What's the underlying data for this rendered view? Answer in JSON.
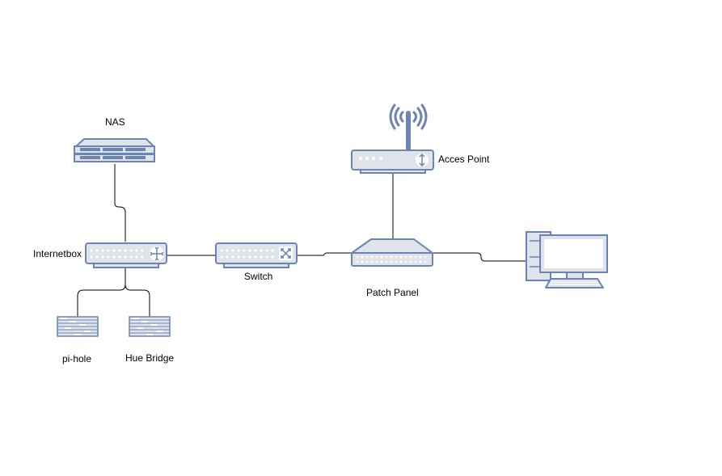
{
  "nodes": {
    "nas": {
      "label": "NAS",
      "icon": "nas-icon"
    },
    "internetbox": {
      "label": "Internetbox",
      "icon": "router-icon"
    },
    "switch": {
      "label": "Switch",
      "icon": "switch-icon"
    },
    "access_point": {
      "label": "Acces Point",
      "icon": "wireless-access-point-icon"
    },
    "patch_panel": {
      "label": "Patch Panel",
      "icon": "patch-panel-icon"
    },
    "pi_hole": {
      "label": "pi-hole",
      "icon": "server-icon"
    },
    "hue_bridge": {
      "label": "Hue Bridge",
      "icon": "server-icon"
    },
    "computer": {
      "label": "",
      "icon": "desktop-computer-icon"
    }
  },
  "links": [
    [
      "nas",
      "internetbox"
    ],
    [
      "internetbox",
      "pi_hole"
    ],
    [
      "internetbox",
      "hue_bridge"
    ],
    [
      "internetbox",
      "switch"
    ],
    [
      "switch",
      "patch_panel"
    ],
    [
      "access_point",
      "patch_panel"
    ],
    [
      "patch_panel",
      "computer"
    ]
  ],
  "colors": {
    "device_fill": "#dfe3ea",
    "device_stroke": "#6c84b3",
    "port_dots": "#ffffff",
    "link_line": "#000000"
  }
}
